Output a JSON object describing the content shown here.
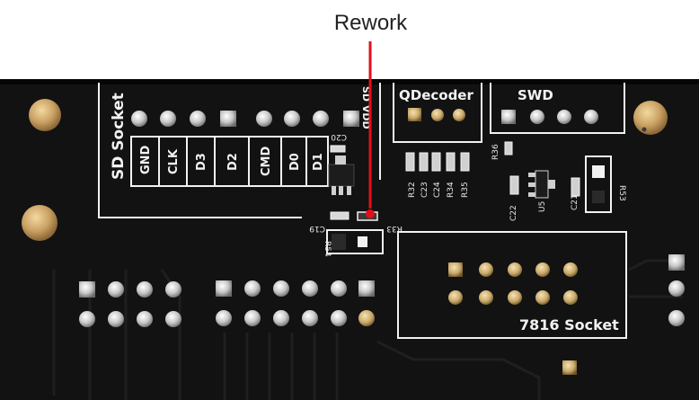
{
  "annotation": {
    "label": "Rework",
    "arrow_color": "#e0101a"
  },
  "board": {
    "color": "#121212",
    "silkscreen_color": "#f2f2f2",
    "sd_socket": {
      "title": "SD Socket",
      "pin_labels": [
        "GND",
        "CLK",
        "D3",
        "D2",
        "CMD",
        "D0",
        "D1"
      ],
      "side_label": "SD VDD"
    },
    "qdecoder": {
      "title": "QDecoder"
    },
    "swd": {
      "title": "SWD"
    },
    "socket_7816": {
      "title": "7816 Socket"
    },
    "component_refs": [
      "C20",
      "C19",
      "R33",
      "R54",
      "R32",
      "C23",
      "C24",
      "R34",
      "R35",
      "R36",
      "C22",
      "U5",
      "C21",
      "R53"
    ]
  }
}
